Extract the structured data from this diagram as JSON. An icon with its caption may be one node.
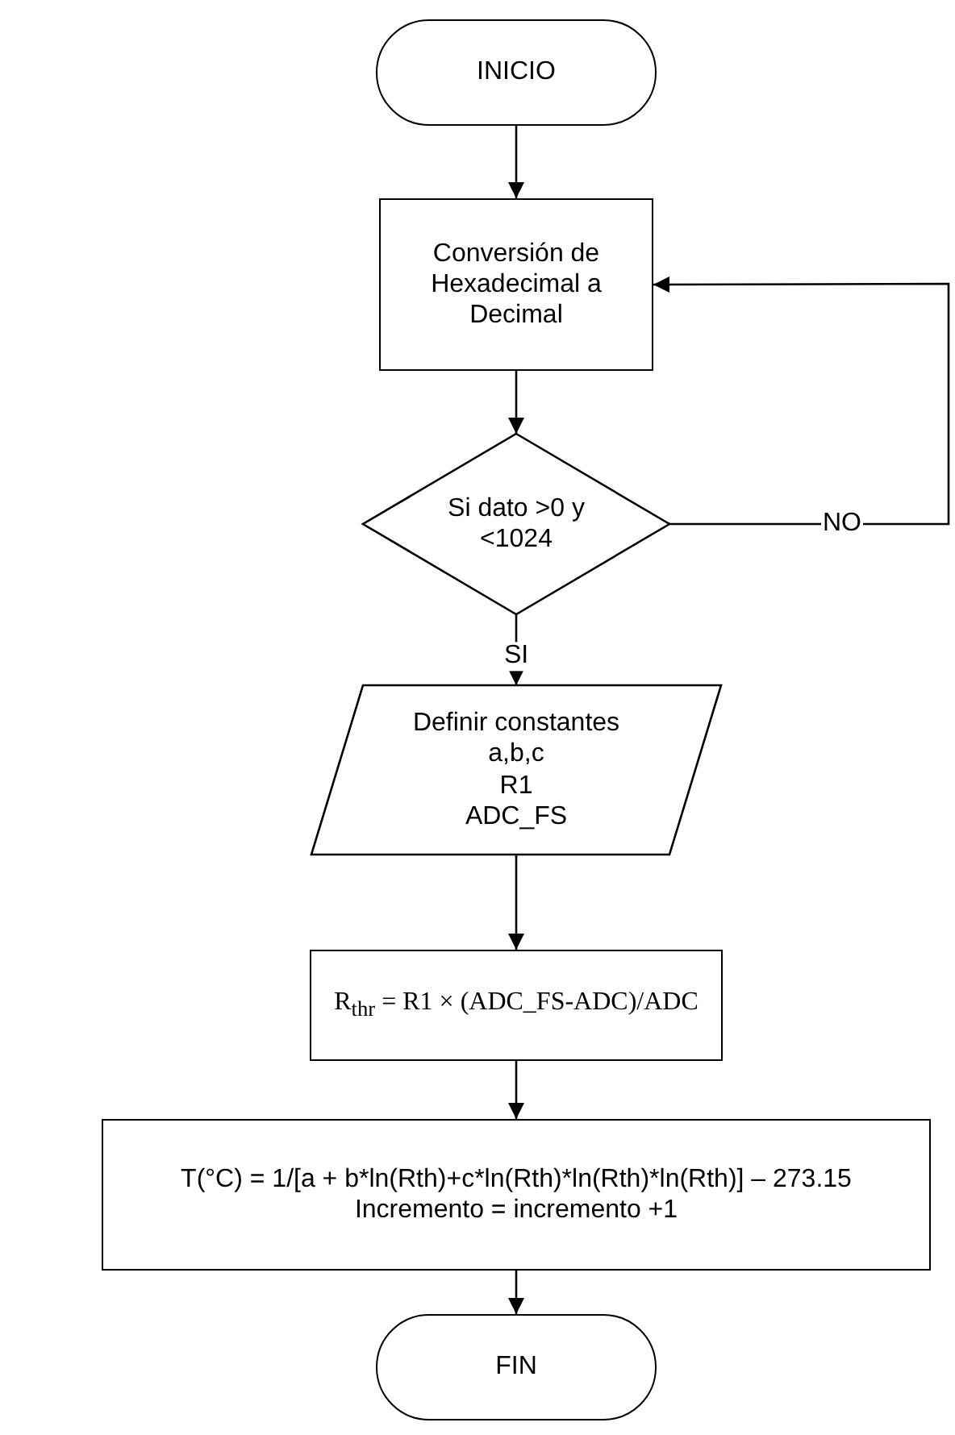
{
  "diagram": {
    "nodes": [
      {
        "text": [
          "INICIO"
        ]
      },
      {
        "text": [
          "Conversión de Hexadecimal a Decimal"
        ]
      },
      {
        "text": [
          "Si dato >0 y <1024"
        ]
      },
      {
        "text": [
          "Definir constantes",
          "a,b,c",
          "R1",
          "ADC_FS"
        ]
      },
      {
        "text": [
          "R$_{thr}$ = R1 × (ADC_FS-ADC)/ADC"
        ]
      },
      {
        "text": [
          "T(°C) = 1/[a + b*ln(Rth)+c*ln(Rth)*ln(Rth)*ln(Rth)] – 273.15",
          "Incremento = incremento +1"
        ]
      },
      {
        "text": [
          "FIN"
        ]
      }
    ],
    "edges": [
      {
        "from": 0,
        "to": 1,
        "arrow": "to"
      },
      {
        "from": 1,
        "to": 2,
        "arrow": "to"
      },
      {
        "from": 2,
        "to": 3,
        "arrow": "to",
        "label": "SI"
      },
      {
        "from": 3,
        "to": 4,
        "arrow": "to"
      },
      {
        "from": 4,
        "to": 5,
        "arrow": "to"
      },
      {
        "from": 5,
        "to": 6,
        "arrow": "to"
      },
      {
        "from": 2,
        "to": 1,
        "arrow": "to",
        "label": "NO"
      }
    ]
  }
}
